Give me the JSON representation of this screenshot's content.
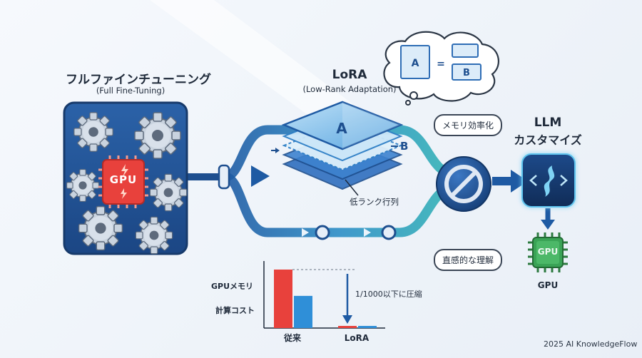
{
  "full_ft": {
    "title_jp": "フルファインチューニング",
    "title_en": "(Full Fine-Tuning)",
    "chip_label": "GPU"
  },
  "lora": {
    "title": "LoRA",
    "subtitle": "(Low-Rank Adaptation)",
    "matrix_a": "A",
    "matrix_b": "B",
    "lowrank_label": "低ランク行列"
  },
  "thought": {
    "a": "A",
    "eq": "=",
    "b": "B"
  },
  "callouts": {
    "memory": "メモリ効率化",
    "intuitive": "直感的な理解"
  },
  "llm": {
    "title_line1": "LLM",
    "title_line2": "カスタマイズ"
  },
  "gpu_out": {
    "chip_label": "GPU",
    "label": "GPU"
  },
  "chart_data": {
    "type": "bar",
    "categories": [
      "従来",
      "LoRA"
    ],
    "series": [
      {
        "name": "GPUメモリ",
        "values": [
          100,
          1
        ]
      },
      {
        "name": "計算コスト",
        "values": [
          55,
          1.5
        ]
      }
    ],
    "ylim": [
      0,
      100
    ],
    "annotation": "1/1000以下に圧縮",
    "colors": [
      "#e8413c",
      "#2f8fd8"
    ]
  },
  "footer": {
    "credit": "2025 AI KnowledgeFlow"
  },
  "colors": {
    "blue_dark": "#1e4f8f",
    "accent_red": "#e8413c",
    "teal": "#2bb3b8",
    "green": "#3aa356"
  }
}
